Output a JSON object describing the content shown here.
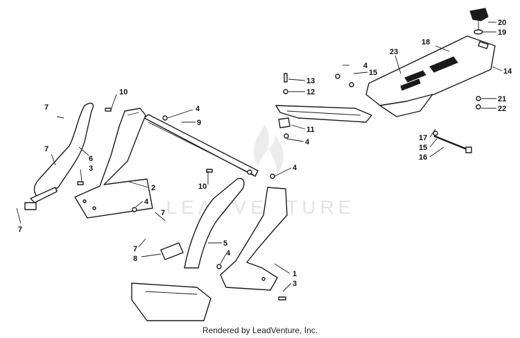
{
  "watermark": {
    "text": "LEADVENTURE"
  },
  "credit": "Rendered by LeadVenture, Inc.",
  "colors": {
    "line": "#1a1a1a",
    "watermark": "#e4e4e4",
    "background": "#ffffff"
  },
  "callouts": [
    {
      "id": "c20",
      "label": "20"
    },
    {
      "id": "c19",
      "label": "19"
    },
    {
      "id": "c18",
      "label": "18"
    },
    {
      "id": "c23",
      "label": "23"
    },
    {
      "id": "c14",
      "label": "14"
    },
    {
      "id": "c4a",
      "label": "4"
    },
    {
      "id": "c15a",
      "label": "15"
    },
    {
      "id": "c13",
      "label": "13"
    },
    {
      "id": "c12",
      "label": "12"
    },
    {
      "id": "c21",
      "label": "21"
    },
    {
      "id": "c22",
      "label": "22"
    },
    {
      "id": "c10a",
      "label": "10"
    },
    {
      "id": "c4b",
      "label": "4"
    },
    {
      "id": "c9",
      "label": "9"
    },
    {
      "id": "c11",
      "label": "11"
    },
    {
      "id": "c4c",
      "label": "4"
    },
    {
      "id": "c17",
      "label": "17"
    },
    {
      "id": "c15b",
      "label": "15"
    },
    {
      "id": "c16",
      "label": "16"
    },
    {
      "id": "c7a",
      "label": "7"
    },
    {
      "id": "c6",
      "label": "6"
    },
    {
      "id": "c7b",
      "label": "7"
    },
    {
      "id": "c3a",
      "label": "3"
    },
    {
      "id": "c4d",
      "label": "4"
    },
    {
      "id": "c10b",
      "label": "10"
    },
    {
      "id": "c2",
      "label": "2"
    },
    {
      "id": "c4e",
      "label": "4"
    },
    {
      "id": "c7c",
      "label": "7"
    },
    {
      "id": "c7d",
      "label": "7"
    },
    {
      "id": "c7e",
      "label": "7"
    },
    {
      "id": "c8",
      "label": "8"
    },
    {
      "id": "c5",
      "label": "5"
    },
    {
      "id": "c4f",
      "label": "4"
    },
    {
      "id": "c1",
      "label": "1"
    },
    {
      "id": "c3b",
      "label": "3"
    }
  ]
}
